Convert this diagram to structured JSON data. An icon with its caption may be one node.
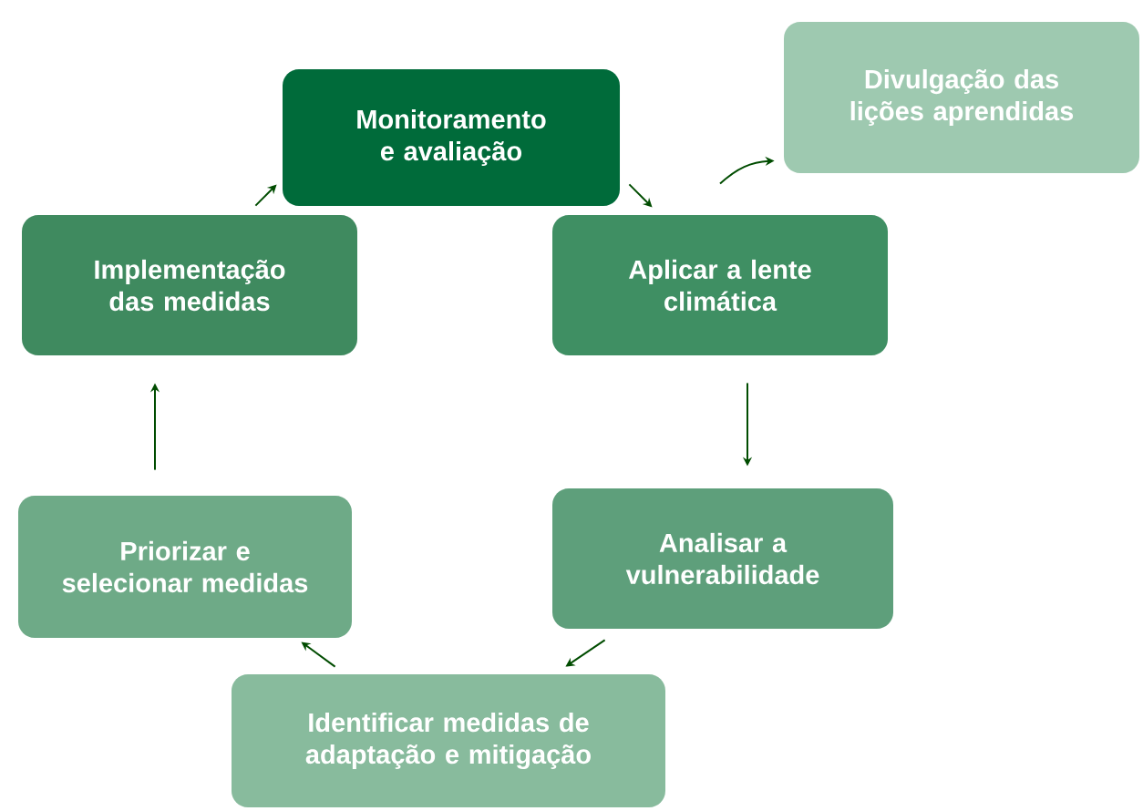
{
  "diagram": {
    "nodes": [
      {
        "text": [
          "Monitoramento e avaliação"
        ]
      },
      {
        "text": [
          "Divulgação das lições aprendidas"
        ]
      },
      {
        "text": [
          "Aplicar a lente climática"
        ]
      },
      {
        "text": [
          "Analisar a vulnerabilidade"
        ]
      },
      {
        "text": [
          "Identificar medidas de adaptação e mitigação"
        ]
      },
      {
        "text": [
          "Priorizar e selecionar medidas"
        ]
      },
      {
        "text": [
          "Implementação das medidas"
        ]
      }
    ],
    "edges": [
      {
        "from": 0,
        "to": 2,
        "arrow": "to"
      },
      {
        "from": 2,
        "to": 1,
        "arrow": "to"
      },
      {
        "from": 2,
        "to": 3,
        "arrow": "to"
      },
      {
        "from": 3,
        "to": 4,
        "arrow": "to"
      },
      {
        "from": 4,
        "to": 5,
        "arrow": "to"
      },
      {
        "from": 5,
        "to": 6,
        "arrow": "to"
      },
      {
        "from": 6,
        "to": 0,
        "arrow": "to"
      }
    ]
  }
}
